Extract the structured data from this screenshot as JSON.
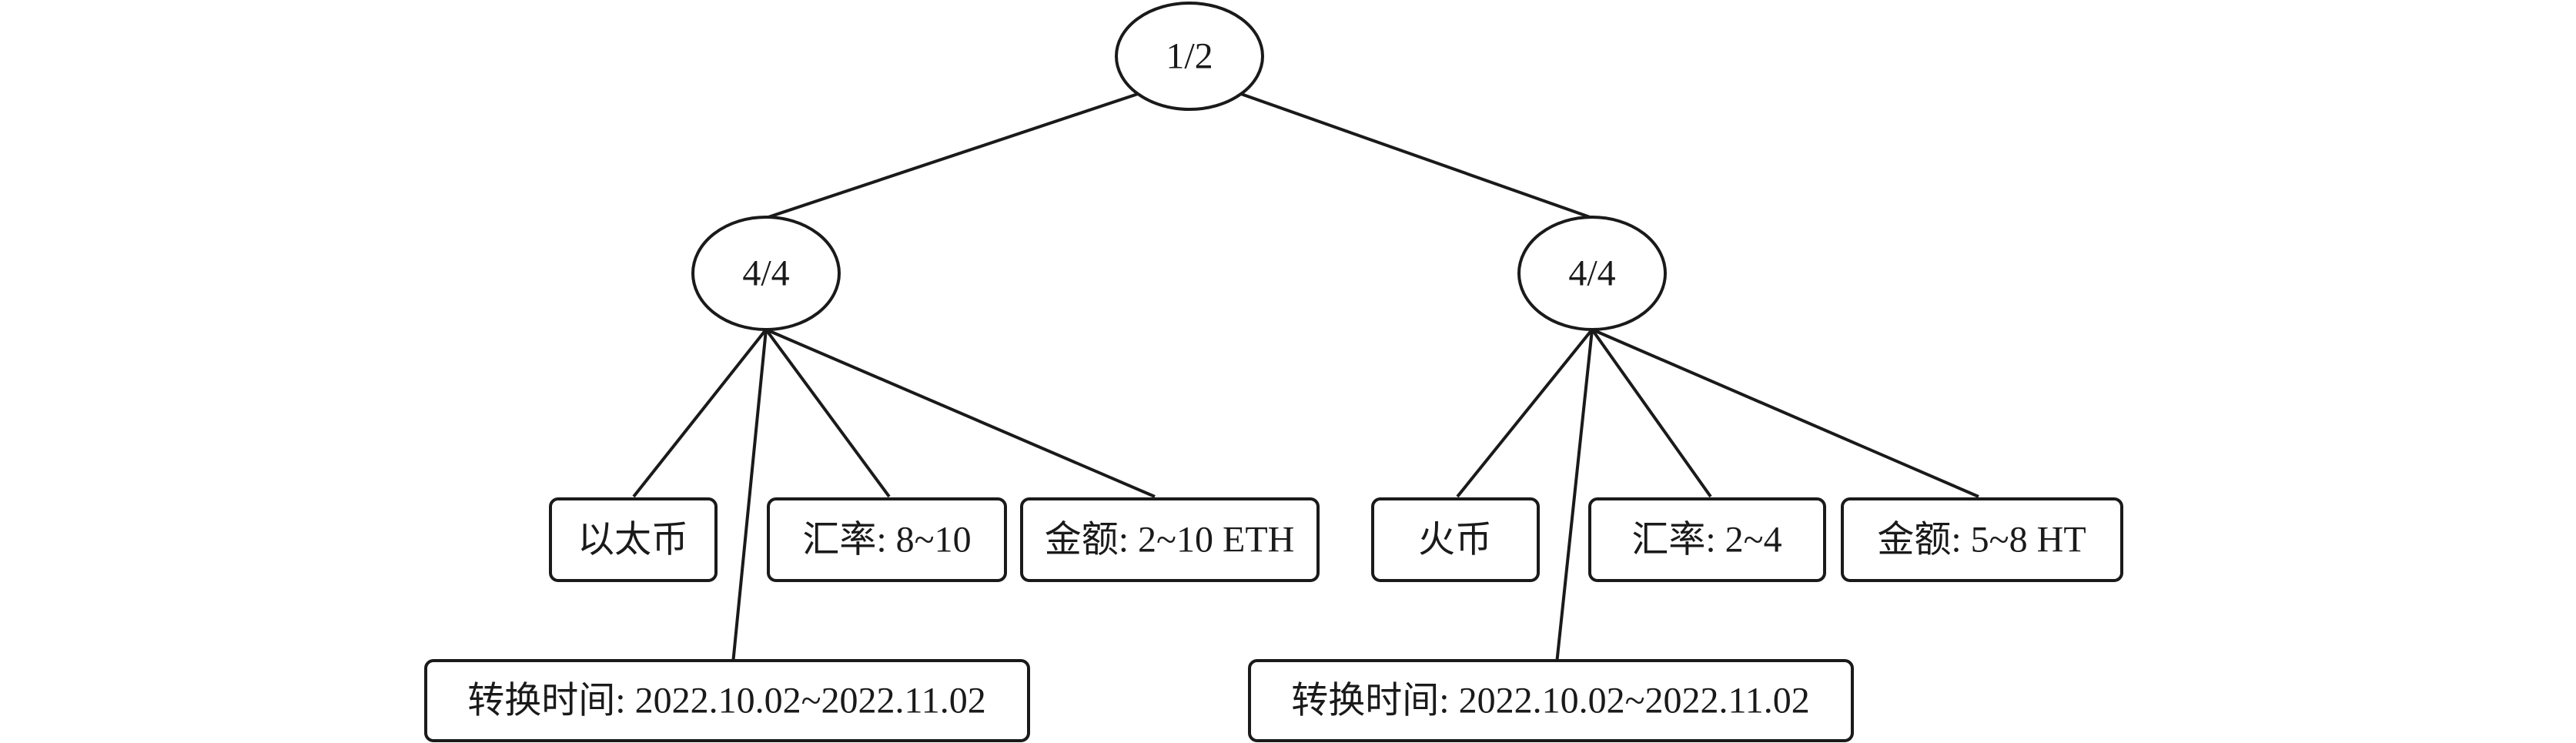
{
  "tree": {
    "root": {
      "label": "1/2"
    },
    "left": {
      "label": "4/4",
      "leaves": {
        "currency": "以太币",
        "rate": "汇率: 8~10",
        "amount": "金额: 2~10 ETH",
        "time": "转换时间: 2022.10.02~2022.11.02"
      }
    },
    "right": {
      "label": "4/4",
      "leaves": {
        "currency": "火币",
        "rate": "汇率: 2~4",
        "amount": "金额: 5~8 HT",
        "time": "转换时间: 2022.10.02~2022.11.02"
      }
    }
  }
}
